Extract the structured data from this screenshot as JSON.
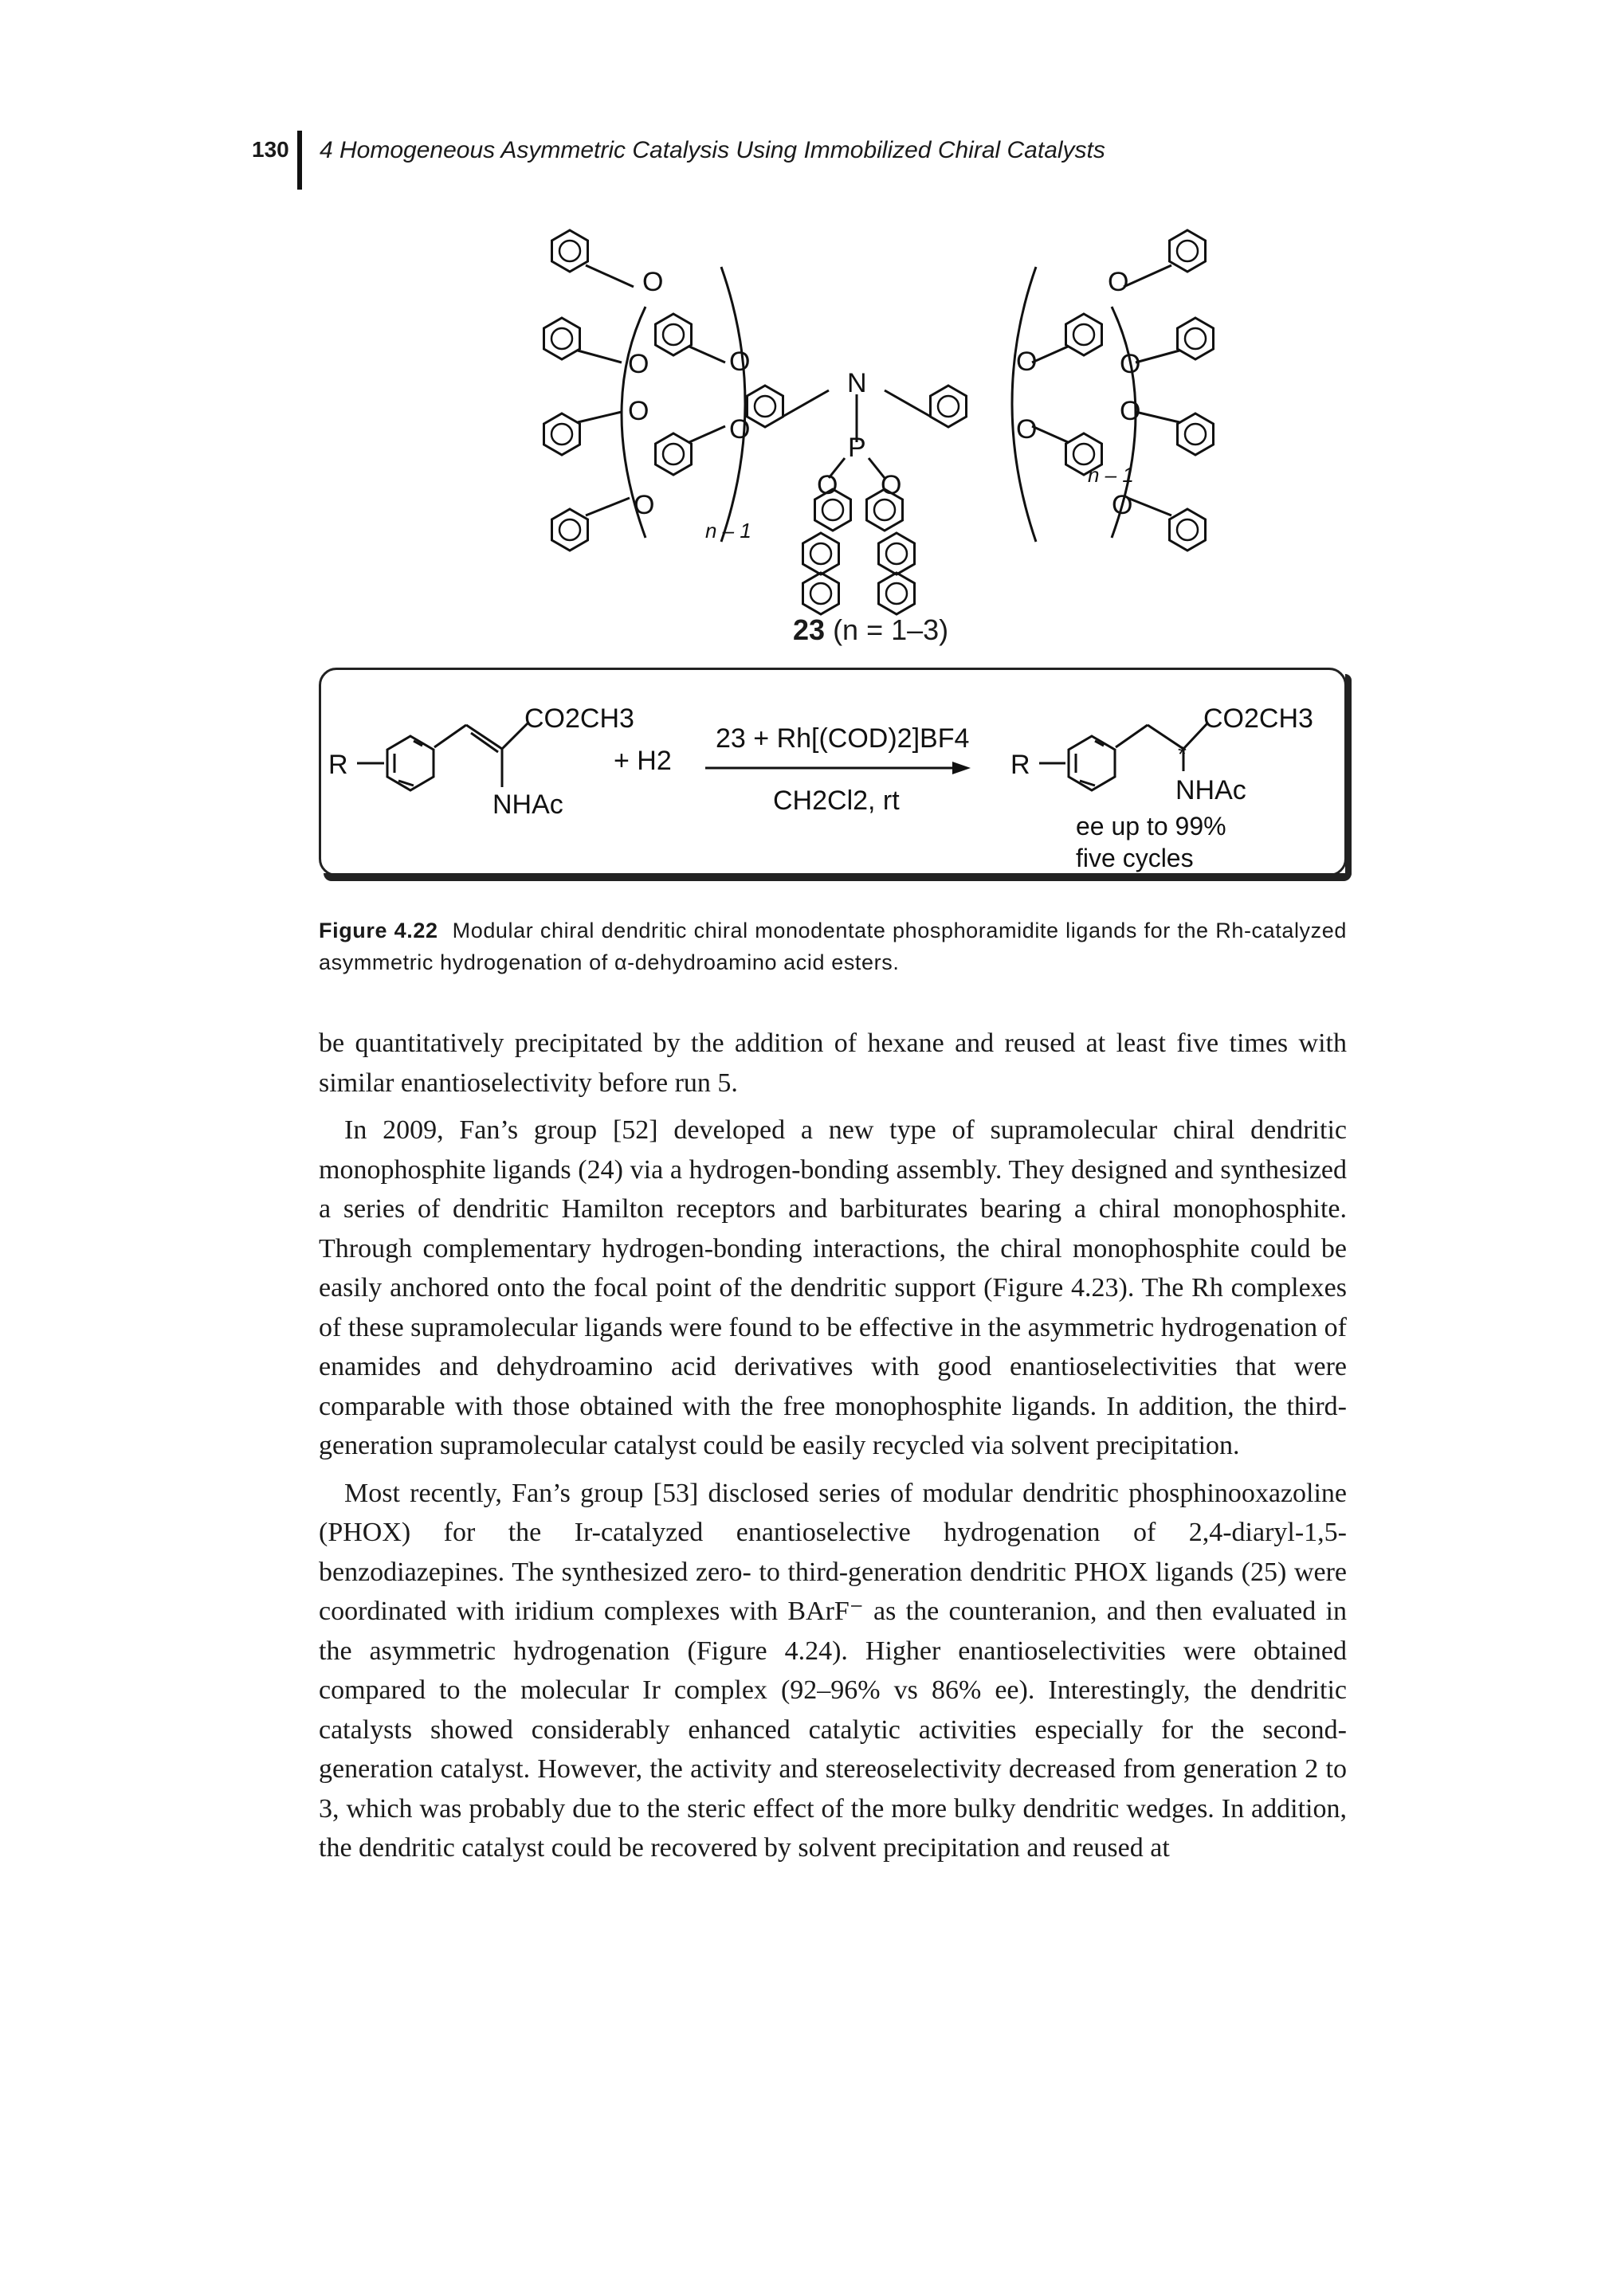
{
  "header": {
    "page_number": "130",
    "running_head": "4 Homogeneous Asymmetric Catalysis Using Immobilized Chiral Catalysts"
  },
  "figure": {
    "compound_number": "23",
    "compound_condition": "(n = 1–3)",
    "structure_labels": {
      "oxygen": "O",
      "nitrogen": "N",
      "phosphorus": "P",
      "repeat": "n – 1"
    },
    "scheme": {
      "substituent": "R",
      "ester": "CO2CH3",
      "amide": "NHAc",
      "plus_h2": "+ H2",
      "reagent_line1": "23 + Rh[(COD)2]BF4",
      "reagent_line2": "CH2Cl2, rt",
      "stereocenter": "*",
      "result_line1": "ee up to 99%",
      "result_line2": "five cycles"
    },
    "caption_label": "Figure 4.22",
    "caption_text": "Modular chiral dendritic chiral monodentate phosphoramidite ligands for the Rh-catalyzed asymmetric hydrogenation of α-dehydroamino acid esters."
  },
  "body": {
    "paragraph1": "be quantitatively precipitated by the addition of hexane and reused at least five times with similar enantioselectivity before run 5.",
    "paragraph2": "In 2009, Fan’s group [52] developed a new type of supramolecular chiral dendritic monophosphite ligands (24) via a hydrogen-bonding assembly. They designed and synthesized a series of dendritic Hamilton receptors and barbiturates bearing a chiral monophosphite. Through complementary hydrogen-bonding interactions, the chiral monophosphite could be easily anchored onto the focal point of the dendritic support (Figure 4.23). The Rh complexes of these supramolecular ligands were found to be effective in the asymmetric hydrogenation of enamides and dehydroamino acid derivatives with good enantioselectivities that were comparable with those obtained with the free monophosphite ligands. In addition, the third-generation supramolecular catalyst could be easily recycled via solvent precipitation.",
    "paragraph3": "Most recently, Fan’s group [53] disclosed series of modular dendritic phosphinooxazoline (PHOX) for the Ir-catalyzed enantioselective hydrogenation of 2,4-diaryl-1,5-benzodiazepines. The synthesized zero- to third-generation dendritic PHOX ligands (25) were coordinated with iridium complexes with BArF⁻ as the counteranion, and then evaluated in the asymmetric hydrogenation (Figure 4.24). Higher enantioselectivities were obtained compared to the molecular Ir complex (92–96% vs 86% ee). Interestingly, the dendritic catalysts showed considerably enhanced catalytic activities especially for the second-generation catalyst. However, the activity and stereoselectivity decreased from generation 2 to 3, which was probably due to the steric effect of the more bulky dendritic wedges. In addition, the dendritic catalyst could be recovered by solvent precipitation and reused at"
  }
}
